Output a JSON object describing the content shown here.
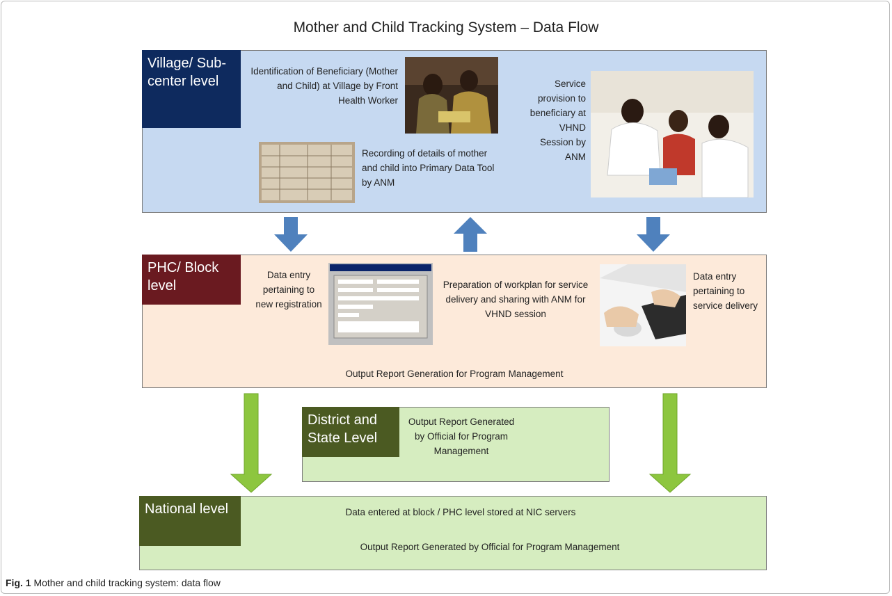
{
  "title": "Mother and Child Tracking System – Data Flow",
  "village": {
    "level_label": "Village/ Sub-center level",
    "identification": "Identification of Beneficiary (Mother and Child) at Village by Front Health Worker",
    "recording": "Recording of details of mother and child into Primary Data Tool by ANM",
    "service": "Service provision to beneficiary at VHND Session by ANM"
  },
  "phc": {
    "level_label": "PHC/ Block level",
    "data_entry_registration": "Data entry pertaining to new registration",
    "workplan": "Preparation of workplan for service delivery and sharing with ANM for VHND session",
    "data_entry_service": "Data entry pertaining to service delivery",
    "output": "Output Report Generation for Program Management"
  },
  "district": {
    "level_label": "District and State Level",
    "output": "Output Report Generated by Official for Program Management"
  },
  "national": {
    "level_label": "National level",
    "stored": "Data entered at block / PHC level stored at NIC servers",
    "output": "Output Report Generated by Official for Program Management"
  },
  "caption": {
    "label": "Fig. 1",
    "text": "Mother and child tracking system: data flow"
  },
  "colors": {
    "village_fill": "#c6d9f1",
    "village_label": "#0e2a5e",
    "phc_fill": "#fdeada",
    "phc_label": "#6a1a20",
    "green_fill": "#d6edc0",
    "green_label": "#4b5a22",
    "blue_arrow": "#4f81bd",
    "green_arrow": "#8dc63f"
  }
}
